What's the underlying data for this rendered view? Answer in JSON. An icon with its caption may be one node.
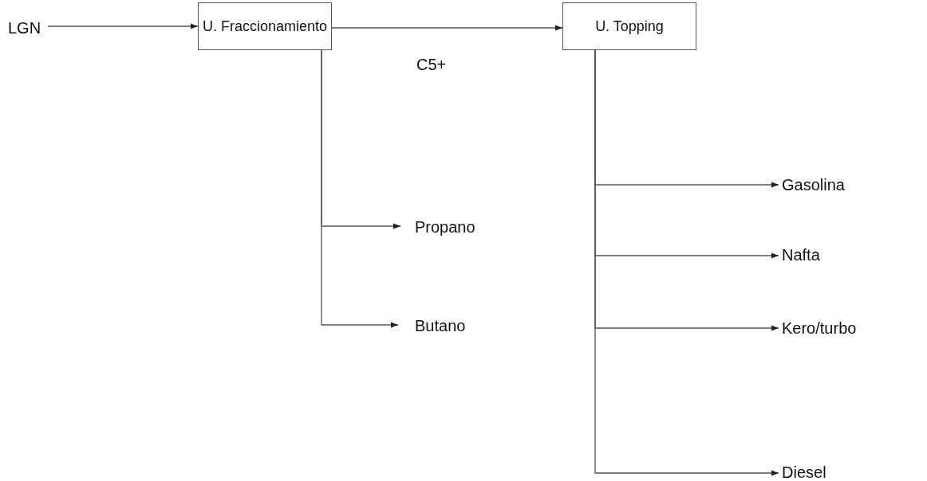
{
  "diagram": {
    "nodes": [
      {
        "text": [
          "LGN"
        ]
      },
      {
        "text": [
          "U. Fraccionamiento"
        ]
      },
      {
        "text": [
          "U. Topping"
        ]
      },
      {
        "text": [
          "Propano"
        ]
      },
      {
        "text": [
          "Butano"
        ]
      },
      {
        "text": [
          "Gasolina"
        ]
      },
      {
        "text": [
          "Nafta"
        ]
      },
      {
        "text": [
          "Kero/turbo"
        ]
      },
      {
        "text": [
          "Diesel"
        ]
      }
    ],
    "edges": [
      {
        "from": 0,
        "to": 1,
        "arrow": "to"
      },
      {
        "from": 1,
        "to": 2,
        "arrow": "to",
        "label": "C5+"
      },
      {
        "from": 1,
        "to": 3,
        "arrow": "to"
      },
      {
        "from": 1,
        "to": 4,
        "arrow": "to"
      },
      {
        "from": 2,
        "to": 5,
        "arrow": "to"
      },
      {
        "from": 2,
        "to": 6,
        "arrow": "to"
      },
      {
        "from": 2,
        "to": 7,
        "arrow": "to"
      },
      {
        "from": 2,
        "to": 8,
        "arrow": "to"
      }
    ]
  }
}
